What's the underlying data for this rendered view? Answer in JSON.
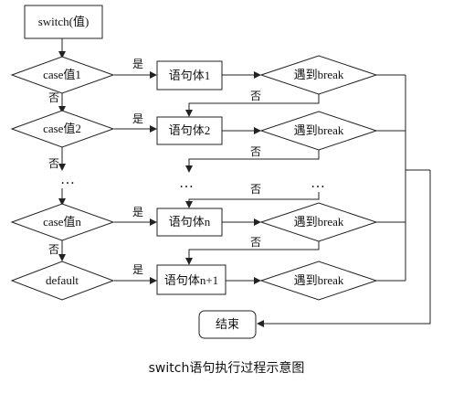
{
  "nodes": {
    "start": "switch(值)",
    "case1": "case值1",
    "case2": "case值2",
    "casen": "case值n",
    "default": "default",
    "stmt1": "语句体1",
    "stmt2": "语句体2",
    "stmtn": "语句体n",
    "stmtn1": "语句体n+1",
    "break1": "遇到break",
    "break2": "遇到break",
    "breakn": "遇到break",
    "breakn1": "遇到break",
    "end": "结束"
  },
  "labels": {
    "yes": "是",
    "no": "否",
    "ellipsis": "…"
  },
  "caption": "switch语句执行过程示意图"
}
